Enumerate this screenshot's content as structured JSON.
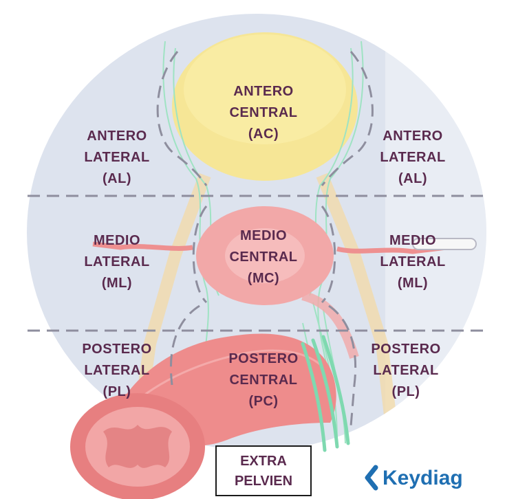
{
  "regions": {
    "antero_central": [
      "ANTERO",
      "CENTRAL",
      "(AC)"
    ],
    "antero_lateral_left": [
      "ANTERO",
      "LATERAL",
      "(AL)"
    ],
    "antero_lateral_right": [
      "ANTERO",
      "LATERAL",
      "(AL)"
    ],
    "medio_lateral_left": [
      "MEDIO",
      "LATERAL",
      "(ML)"
    ],
    "medio_central": [
      "MEDIO",
      "CENTRAL",
      "(MC)"
    ],
    "medio_lateral_right": [
      "MEDIO",
      "LATERAL",
      "(ML)"
    ],
    "postero_lateral_left": [
      "POSTERO",
      "LATERAL",
      "(PL)"
    ],
    "postero_central": [
      "POSTERO",
      "CENTRAL",
      "(PC)"
    ],
    "postero_lateral_right": [
      "POSTERO",
      "LATERAL",
      "(PL)"
    ]
  },
  "extra_pelvien": [
    "EXTRA",
    "PELVIEN"
  ],
  "brand": {
    "name": "Keydiag",
    "icon": "keydiag-logo-icon",
    "color": "#1f6fb2"
  },
  "colors": {
    "pelvis_fill": "#dde3ee",
    "bladder": "#f8e58c",
    "uterus": "#f2a8a8",
    "rectum": "#ee8c8c",
    "nerves": "#9fe3c3",
    "ureter": "#f3d9a6",
    "dashed_line": "#8e8e9e",
    "label_text": "#5a2a4e"
  }
}
